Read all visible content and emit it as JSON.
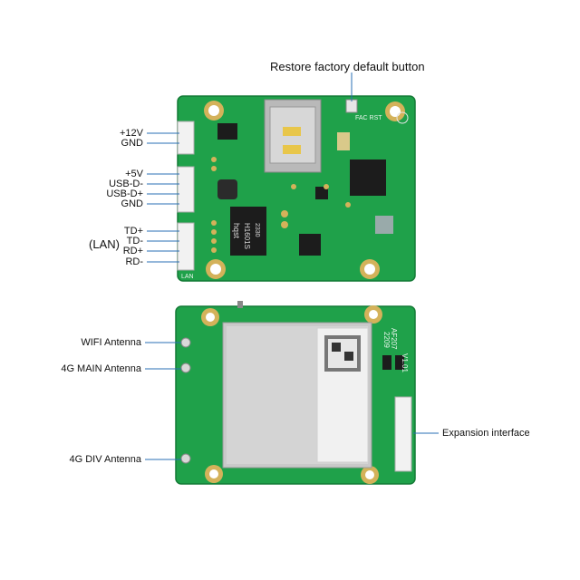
{
  "labels": {
    "restore_button": "Restore factory default button",
    "power_12v": "+12V",
    "gnd_1": "GND",
    "power_5v": "+5V",
    "usb_d_minus": "USB-D-",
    "usb_d_plus": "USB-D+",
    "gnd_2": "GND",
    "td_plus": "TD+",
    "td_minus": "TD-",
    "rd_plus": "RD+",
    "rd_minus": "RD-",
    "lan": "(LAN)",
    "wifi_antenna": "WIFI Antenna",
    "main_antenna": "4G MAIN Antenna",
    "div_antenna": "4G DIV Antenna",
    "expansion": "Expansion interface"
  },
  "board_text": {
    "fac_rst": "FAC RST",
    "lan_silk": "LAN",
    "transformer_brand": "hqst",
    "transformer_part": "H1601S",
    "transformer_code": "2330",
    "model": "AF207",
    "version": "V1.01",
    "date": "2209"
  },
  "colors": {
    "pcb": "#1fa14a",
    "pcb_dark": "#138a3a",
    "pad": "#d4b25a",
    "shield": "#c9c9c9",
    "chip": "#1c1c1c",
    "line": "#2a6fb4"
  }
}
